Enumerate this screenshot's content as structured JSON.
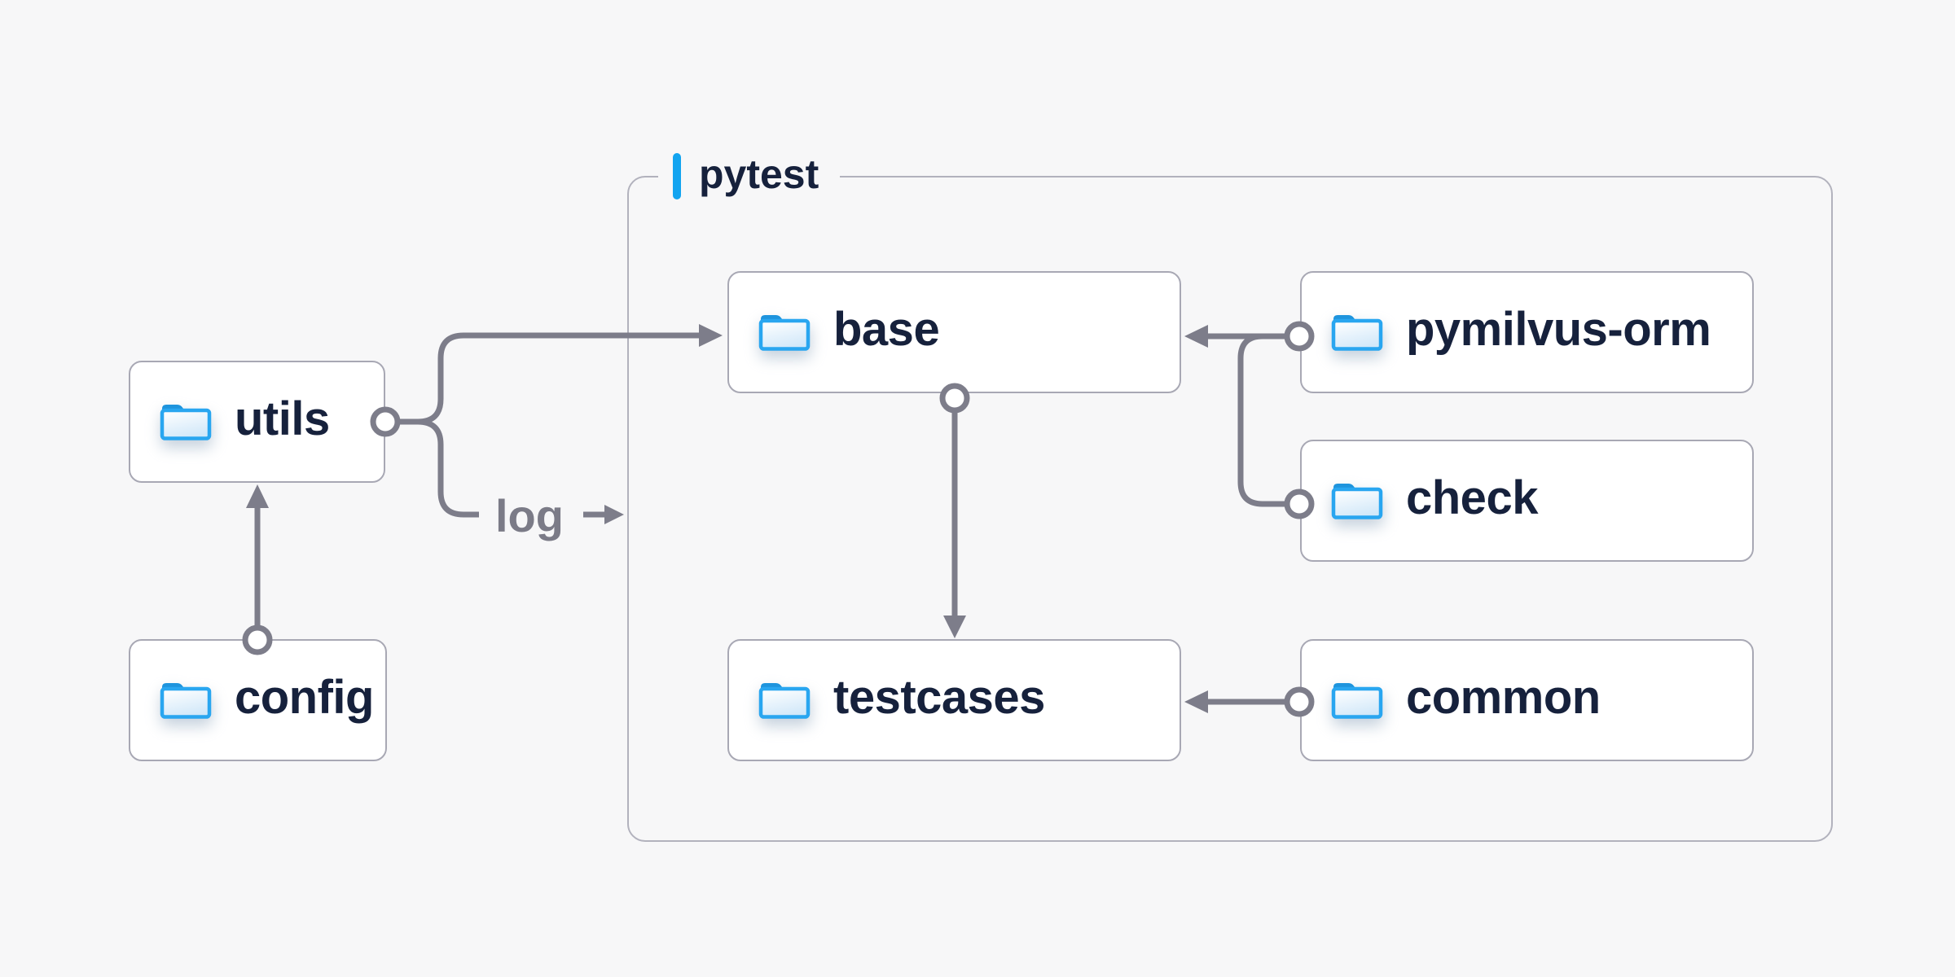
{
  "diagram": {
    "type": "folder-dependency-diagram",
    "background": "#f7f7f8",
    "group": {
      "label": "pytest",
      "accent_color": "#12a4f0",
      "border_color": "#b2b2bd"
    },
    "nodes": {
      "utils": {
        "label": "utils",
        "icon": "folder-icon",
        "inside_group": false
      },
      "config": {
        "label": "config",
        "icon": "folder-icon",
        "inside_group": false
      },
      "base": {
        "label": "base",
        "icon": "folder-icon",
        "inside_group": true
      },
      "pymilvus_orm": {
        "label": "pymilvus-orm",
        "icon": "folder-icon",
        "inside_group": true
      },
      "check": {
        "label": "check",
        "icon": "folder-icon",
        "inside_group": true
      },
      "testcases": {
        "label": "testcases",
        "icon": "folder-icon",
        "inside_group": true
      },
      "common": {
        "label": "common",
        "icon": "folder-icon",
        "inside_group": true
      }
    },
    "edges": [
      {
        "from": "config",
        "to": "utils",
        "marker_start": "circle",
        "marker_end": "arrow"
      },
      {
        "from": "utils",
        "to": "base",
        "marker_start": "circle",
        "marker_end": "arrow"
      },
      {
        "from": "utils",
        "to": "log",
        "marker_start": "circle",
        "marker_end": "arrow"
      },
      {
        "from": "pymilvus_orm",
        "to": "base",
        "marker_start": "circle",
        "marker_end": "arrow"
      },
      {
        "from": "check",
        "to": "base",
        "marker_start": "circle",
        "marker_end": "arrow"
      },
      {
        "from": "base",
        "to": "testcases",
        "marker_start": "circle",
        "marker_end": "arrow"
      },
      {
        "from": "common",
        "to": "testcases",
        "marker_start": "circle",
        "marker_end": "arrow"
      }
    ],
    "edge_label": {
      "text": "log"
    },
    "colors": {
      "line": "#7d7d8a",
      "node_border": "#a8a8b4",
      "group_border": "#b2b2bd",
      "node_text": "#16213c",
      "edge_label_text": "#7b7b87",
      "folder_border": "#29a6f0",
      "folder_tab": "#1e94dd",
      "folder_fill_top": "#ffffff",
      "folder_fill_bottom": "#d2e8f9"
    }
  }
}
